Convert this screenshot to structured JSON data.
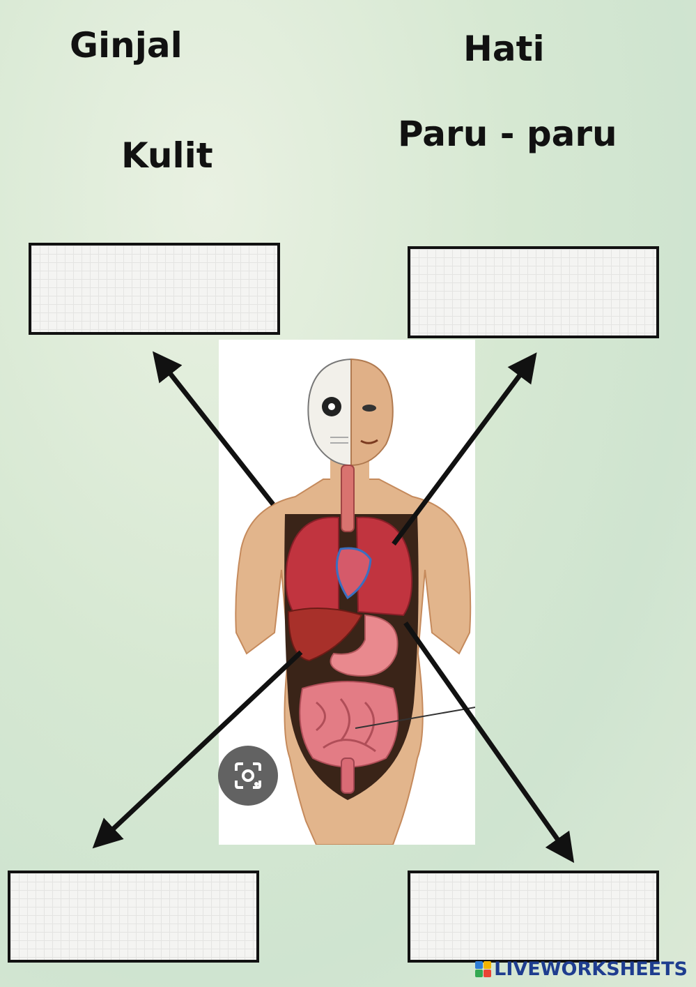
{
  "words": {
    "ginjal": "Ginjal",
    "hati": "Hati",
    "kulit": "Kulit",
    "paru": "Paru - paru"
  },
  "answer_boxes": [
    {
      "id": "top-left",
      "value": ""
    },
    {
      "id": "top-right",
      "value": ""
    },
    {
      "id": "bottom-left",
      "value": ""
    },
    {
      "id": "bottom-right",
      "value": ""
    }
  ],
  "figure": {
    "subject": "human-body-organs-illustration"
  },
  "icons": {
    "lens": "google-lens-icon"
  },
  "brand": {
    "name": "LIVEWORKSHEETS"
  },
  "colors": {
    "arrow": "#111111",
    "box_border": "#111111",
    "brand": "#1e3d8f"
  }
}
